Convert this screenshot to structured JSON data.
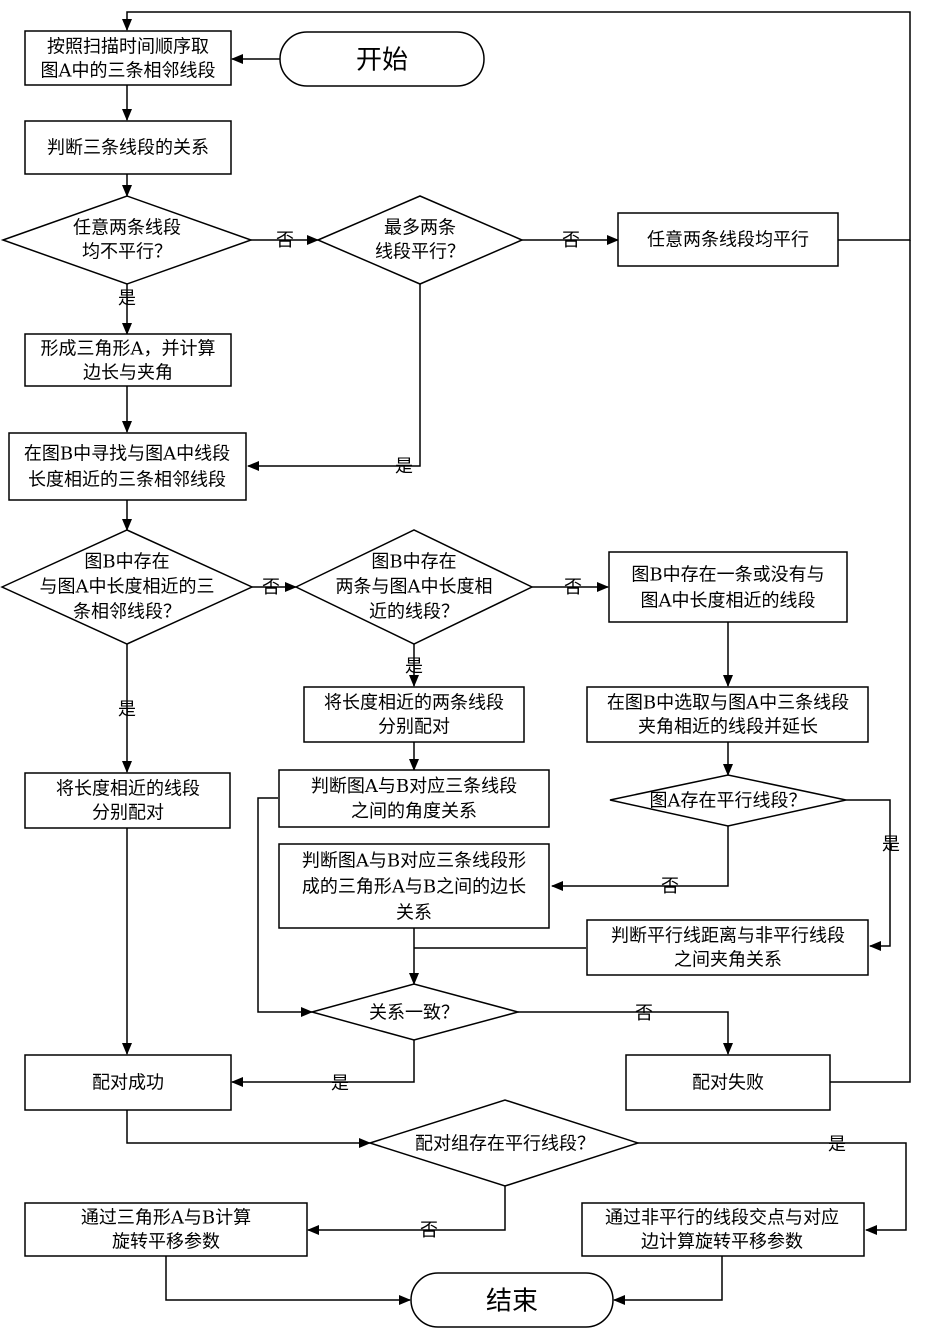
{
  "nodes": {
    "start": [
      "开始"
    ],
    "n1": [
      "按照扫描时间顺序取",
      "图A中的三条相邻线段"
    ],
    "n2": [
      "判断三条线段的关系"
    ],
    "d1": [
      "任意两条线段",
      "均不平行？"
    ],
    "d2": [
      "最多两条",
      "线段平行？"
    ],
    "n3": [
      "任意两条线段均平行"
    ],
    "n4": [
      "形成三角形A，并计算",
      "边长与夹角"
    ],
    "n5": [
      "在图B中寻找与图A中线段",
      "长度相近的三条相邻线段"
    ],
    "d3": [
      "图B中存在",
      "与图A中长度相近的三",
      "条相邻线段？"
    ],
    "d4": [
      "图B中存在",
      "两条与图A中长度相",
      "近的线段？"
    ],
    "n6": [
      "图B中存在一条或没有与",
      "图A中长度相近的线段"
    ],
    "n7": [
      "将长度相近的两条线段",
      "分别配对"
    ],
    "n8": [
      "在图B中选取与图A中三条线段",
      "夹角相近的线段并延长"
    ],
    "n9": [
      "将长度相近的线段",
      "分别配对"
    ],
    "n10": [
      "判断图A与B对应三条线段",
      "之间的角度关系"
    ],
    "d5": [
      "图A存在平行线段？"
    ],
    "n11": [
      "判断图A与B对应三条线段形",
      "成的三角形A与B之间的边长",
      "关系"
    ],
    "n12": [
      "判断平行线距离与非平行线段",
      "之间夹角关系"
    ],
    "d6": [
      "关系一致？"
    ],
    "n13": [
      "配对成功"
    ],
    "n14": [
      "配对失败"
    ],
    "d7": [
      "配对组存在平行线段？"
    ],
    "n15": [
      "通过三角形A与B计算",
      "旋转平移参数"
    ],
    "n16": [
      "通过非平行的线段交点与对应",
      "边计算旋转平移参数"
    ],
    "end": [
      "结束"
    ]
  },
  "labels": {
    "no1": "否",
    "no2": "否",
    "yes1": "是",
    "yes2": "是",
    "no3": "否",
    "no4": "否",
    "yes3": "是",
    "yes4": "是",
    "yes5": "是",
    "no5": "否",
    "no6": "否",
    "yes6": "是",
    "yes7": "是",
    "no7": "否"
  }
}
